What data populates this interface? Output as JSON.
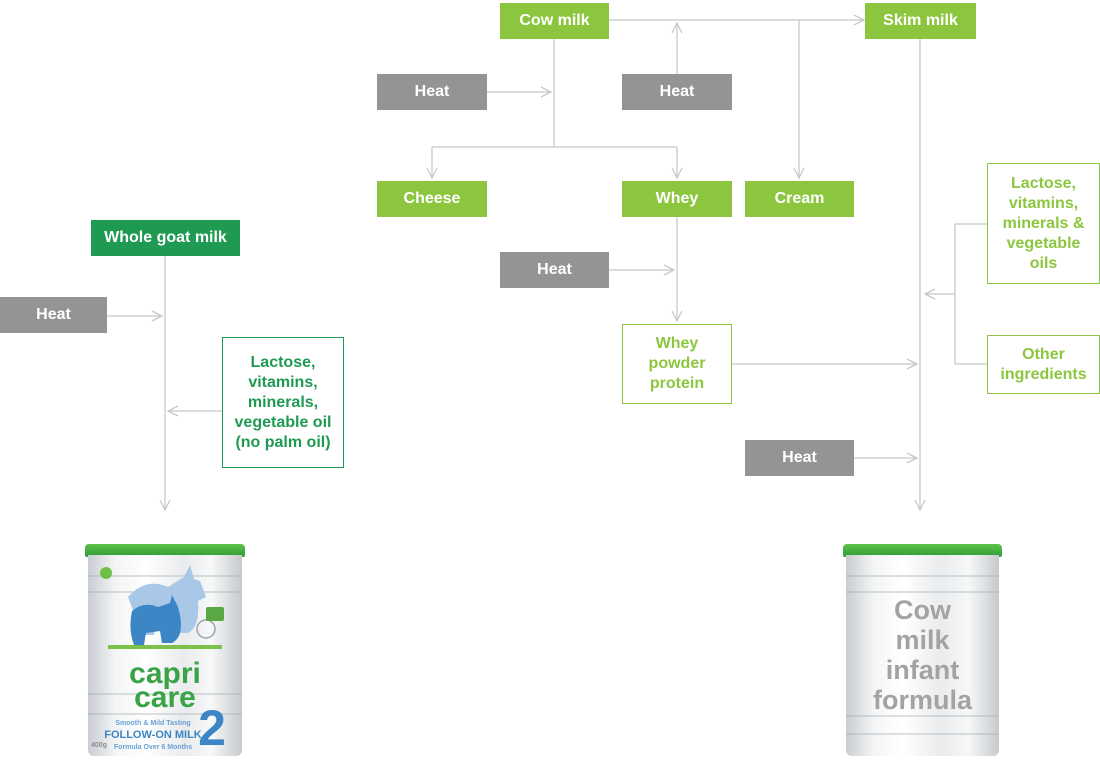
{
  "left_flow": {
    "source": "Whole goat milk",
    "heat": "Heat",
    "additives": "Lactose, vitamins, minerals, vegetable oil (no palm oil)",
    "product": {
      "brand_line1": "capri",
      "brand_line2": "care",
      "tagline": "Smooth & Mild Tasting",
      "name": "FOLLOW-ON MILK",
      "stage": "2",
      "age": "Formula Over 6 Months",
      "weight": "400g"
    }
  },
  "right_flow": {
    "cow_milk": "Cow milk",
    "skim_milk": "Skim milk",
    "heat_1": "Heat",
    "heat_2": "Heat",
    "heat_3": "Heat",
    "heat_4": "Heat",
    "cheese": "Cheese",
    "whey": "Whey",
    "cream": "Cream",
    "whey_powder": "Whey powder protein",
    "additives": "Lactose, vitamins, minerals & vegetable oils",
    "other": "Other ingredients",
    "product_label": "Cow milk infant formula"
  },
  "colors": {
    "lime": "#8cc63f",
    "dark_green": "#1f9a52",
    "gray": "#949494",
    "line": "#c8c8c8"
  }
}
